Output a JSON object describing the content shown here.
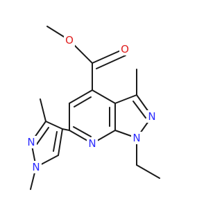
{
  "structure": {
    "colors": {
      "bond": "#1a1a1a",
      "oxygen": "#e02020",
      "nitrogen": "#2a2aff"
    },
    "atom_labels": [
      {
        "id": "o-ester",
        "text": "O",
        "element": "oxygen"
      },
      {
        "id": "o-carbonyl",
        "text": "O",
        "element": "oxygen"
      },
      {
        "id": "n-pyrazole-2",
        "text": "N",
        "element": "nitrogen"
      },
      {
        "id": "n-pyrazole-1",
        "text": "N",
        "element": "nitrogen"
      },
      {
        "id": "n-pyridine",
        "text": "N",
        "element": "nitrogen"
      },
      {
        "id": "n-dmp-2",
        "text": "N",
        "element": "nitrogen"
      },
      {
        "id": "n-dmp-1",
        "text": "N",
        "element": "nitrogen"
      }
    ]
  }
}
